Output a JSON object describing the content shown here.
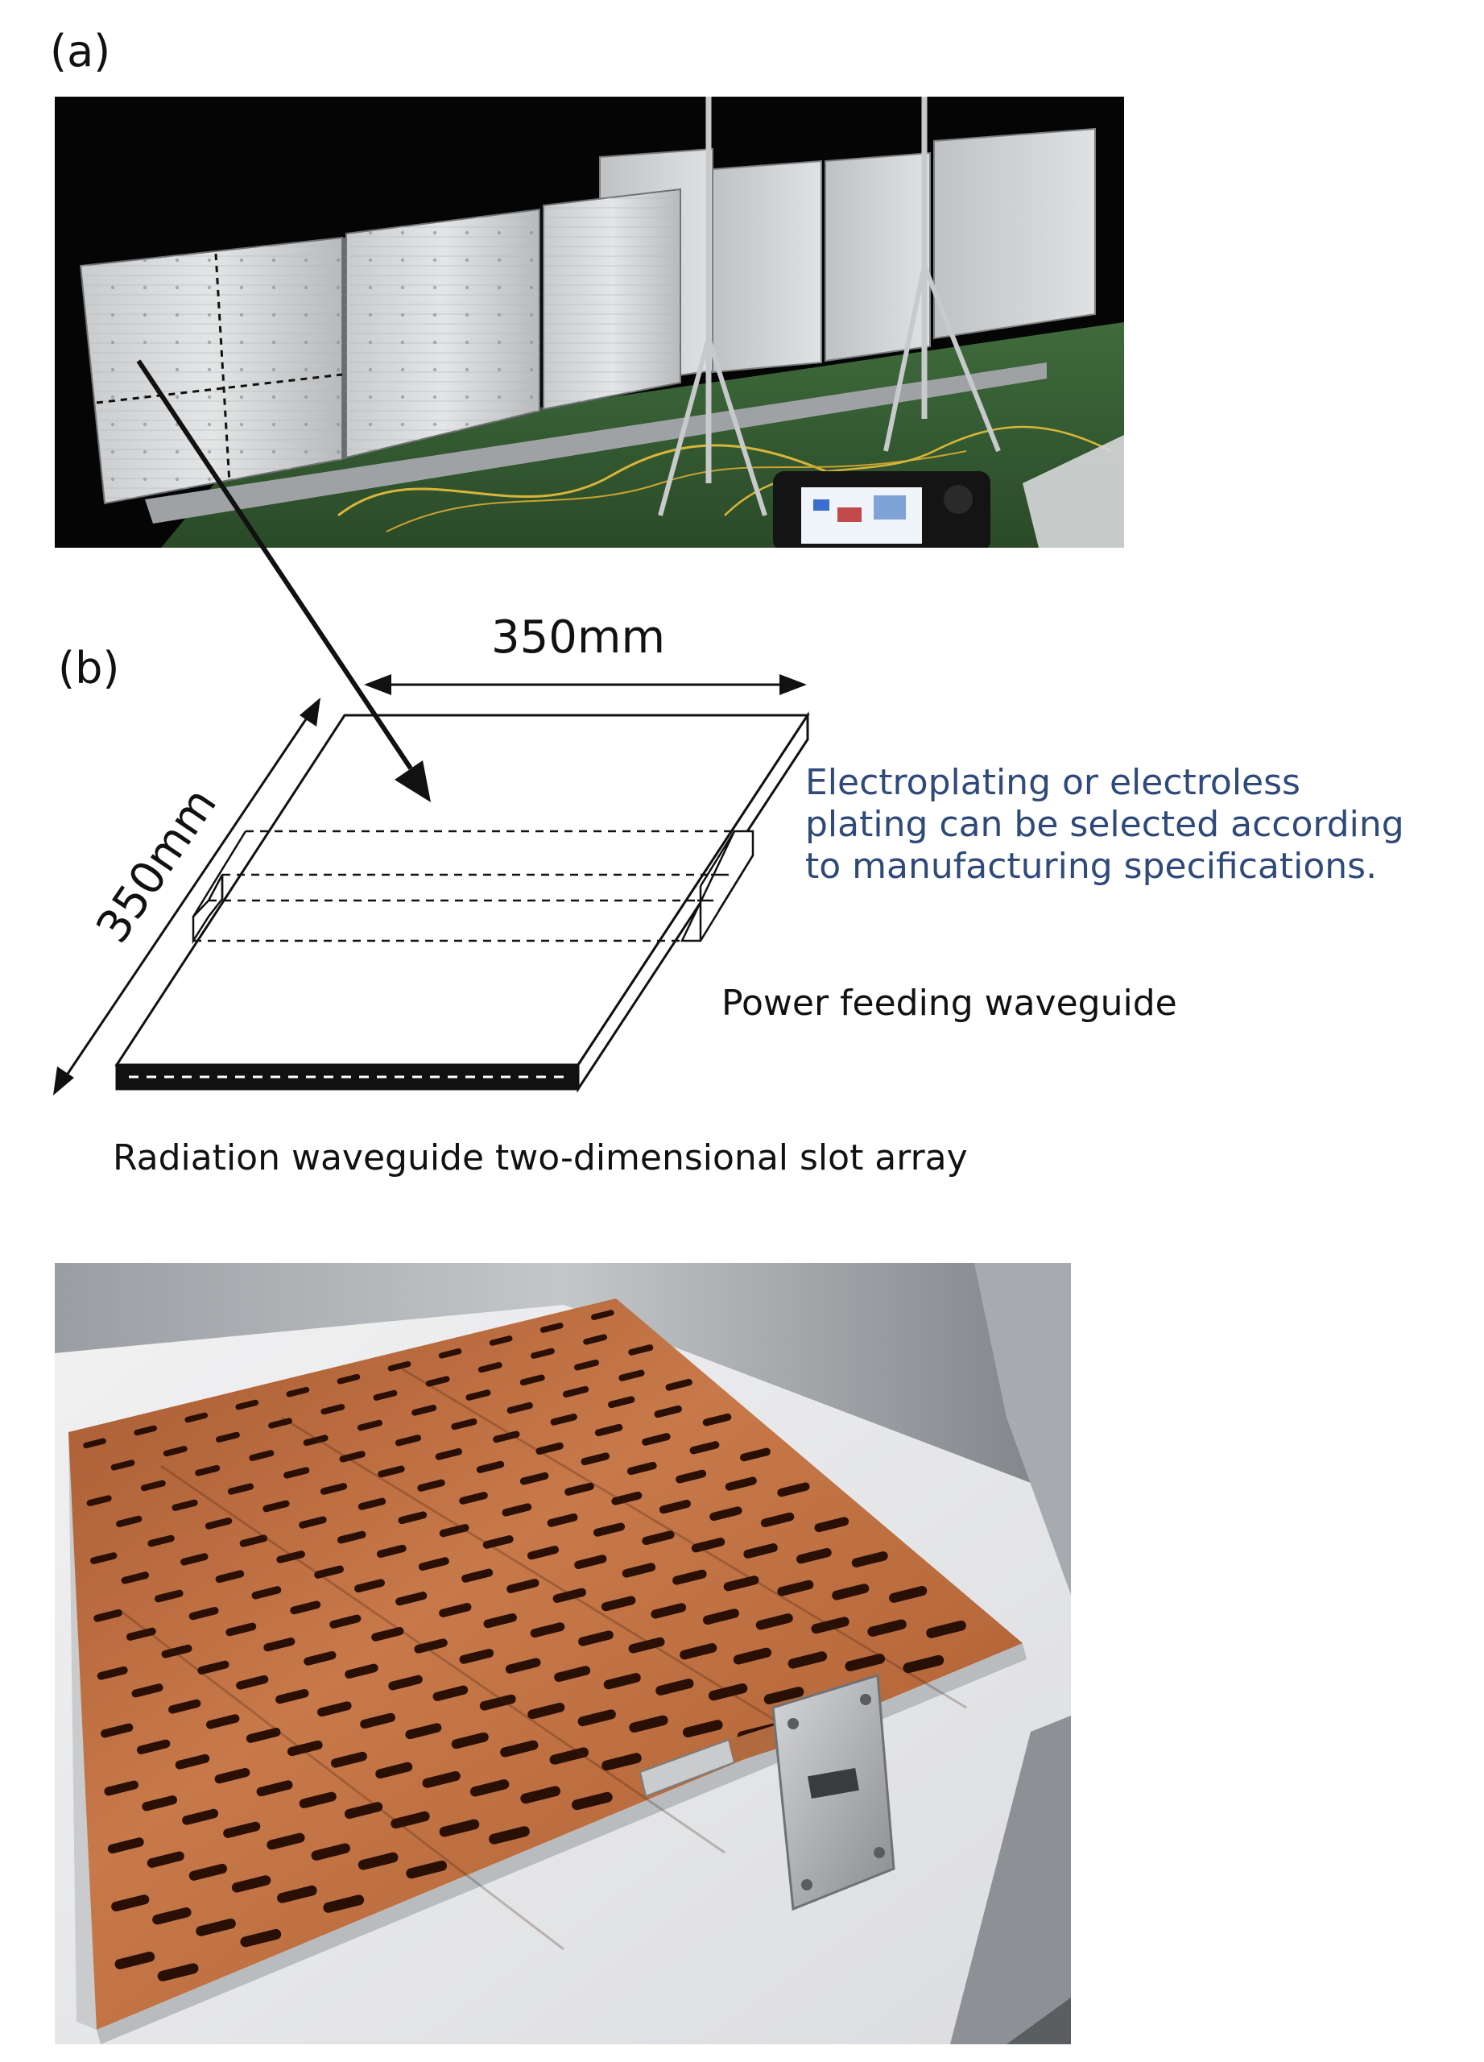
{
  "panel_a": {
    "label": "(a)"
  },
  "panel_b": {
    "label": "(b)",
    "dim_width": "350mm",
    "dim_depth": "350mm",
    "plating_note": [
      "Electroplating or electroless",
      "plating can be selected according",
      "to manufacturing specifications."
    ],
    "feed_label": "Power feeding waveguide",
    "array_label": "Radiation waveguide two-dimensional slot array"
  },
  "colors": {
    "note_blue": "#2f4a7a",
    "ink": "#111111",
    "copper": "#b4643a"
  }
}
